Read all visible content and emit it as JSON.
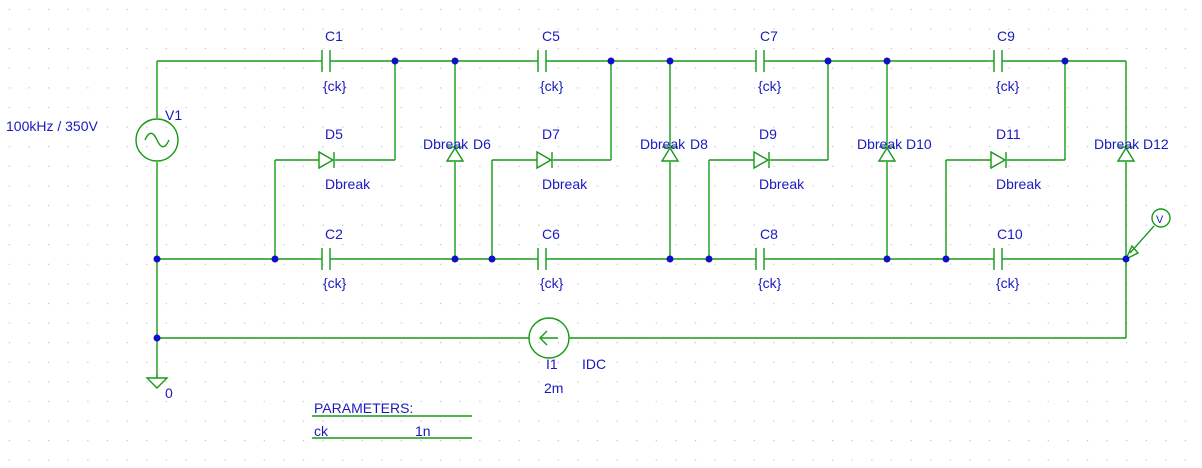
{
  "source": {
    "v1": {
      "name": "V1",
      "value": "100kHz / 350V"
    },
    "i1": {
      "name": "I1",
      "type": "IDC",
      "value": "2m"
    },
    "ground": {
      "label": "0"
    },
    "probe": {
      "label": "V"
    }
  },
  "capacitors": [
    {
      "name": "C1",
      "value": "{ck}"
    },
    {
      "name": "C5",
      "value": "{ck}"
    },
    {
      "name": "C7",
      "value": "{ck}"
    },
    {
      "name": "C9",
      "value": "{ck}"
    },
    {
      "name": "C2",
      "value": "{ck}"
    },
    {
      "name": "C6",
      "value": "{ck}"
    },
    {
      "name": "C8",
      "value": "{ck}"
    },
    {
      "name": "C10",
      "value": "{ck}"
    }
  ],
  "diodes_horizontal": [
    {
      "name": "D5",
      "model": "Dbreak"
    },
    {
      "name": "D7",
      "model": "Dbreak"
    },
    {
      "name": "D9",
      "model": "Dbreak"
    },
    {
      "name": "D11",
      "model": "Dbreak"
    }
  ],
  "diodes_vertical": [
    {
      "name": "D6",
      "model": "Dbreak"
    },
    {
      "name": "D8",
      "model": "Dbreak"
    },
    {
      "name": "D10",
      "model": "Dbreak"
    },
    {
      "name": "D12",
      "model": "Dbreak"
    }
  ],
  "parameters": {
    "title": "PARAMETERS:",
    "name": "ck",
    "value": "1n"
  }
}
